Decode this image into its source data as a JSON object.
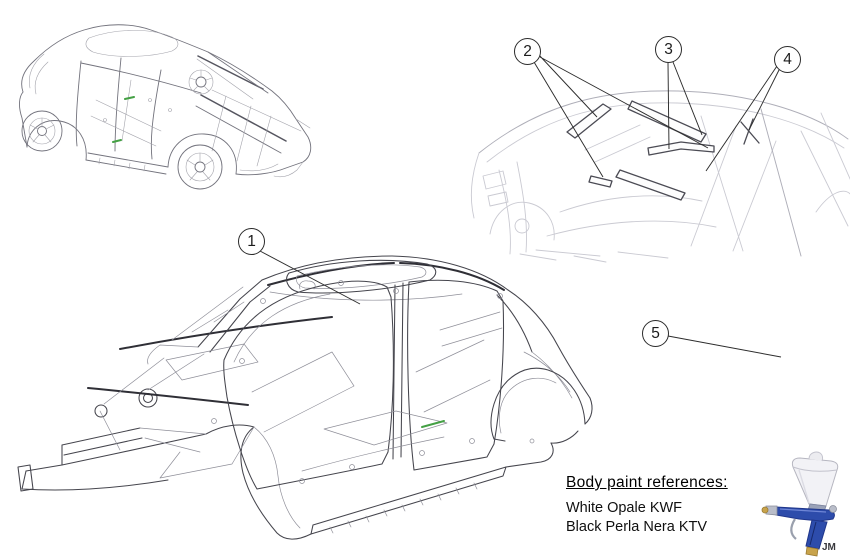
{
  "callouts": [
    {
      "label": "1"
    },
    {
      "label": "2"
    },
    {
      "label": "3"
    },
    {
      "label": "4"
    },
    {
      "label": "5"
    }
  ],
  "paint": {
    "heading": "Body paint references:",
    "lines": [
      "White Opale KWF",
      "Black Perla Nera KTV"
    ]
  },
  "author": "JM",
  "icons": {
    "spray_gun": "paint-spray-gun-icon"
  },
  "palette": {
    "highlight_green": "#44a044",
    "spray_gun_blue": "#2d4cab",
    "line_dark": "#45454d",
    "line_light": "#cacad2"
  }
}
